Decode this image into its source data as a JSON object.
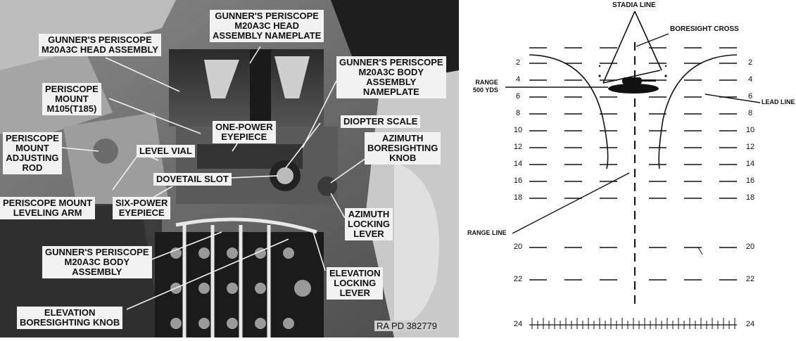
{
  "photo": {
    "labels": [
      {
        "id": "head-nameplate",
        "text": "GUNNER'S PERISCOPE\nM20A3C HEAD\nASSEMBLY NAMEPLATE"
      },
      {
        "id": "head-assembly",
        "text": "GUNNER'S PERISCOPE\nM20A3C HEAD ASSEMBLY"
      },
      {
        "id": "body-nameplate",
        "text": "GUNNER'S PERISCOPE\nM20A3C BODY\nASSEMBLY\nNAMEPLATE"
      },
      {
        "id": "periscope-mount",
        "text": "PERISCOPE\nMOUNT\nM105(T185)"
      },
      {
        "id": "one-power-eyepiece",
        "text": "ONE-POWER\nEYEPIECE"
      },
      {
        "id": "diopter-scale",
        "text": "DIOPTER SCALE"
      },
      {
        "id": "mount-adjusting-rod",
        "text": "PERISCOPE\nMOUNT\nADJUSTING\nROD"
      },
      {
        "id": "level-vial",
        "text": "LEVEL VIAL"
      },
      {
        "id": "azimuth-boresighting-knob",
        "text": "AZIMUTH\nBORESIGHTING\nKNOB"
      },
      {
        "id": "dovetail-slot",
        "text": "DOVETAIL SLOT"
      },
      {
        "id": "mount-leveling-arm",
        "text": "PERISCOPE MOUNT\nLEVELING ARM"
      },
      {
        "id": "six-power-eyepiece",
        "text": "SIX-POWER\nEYEPIECE"
      },
      {
        "id": "azimuth-locking-lever",
        "text": "AZIMUTH\nLOCKING\nLEVER"
      },
      {
        "id": "body-assembly",
        "text": "GUNNER'S PERISCOPE\nM20A3C BODY\nASSEMBLY"
      },
      {
        "id": "elevation-locking-lever",
        "text": "ELEVATION\nLOCKING\nLEVER"
      },
      {
        "id": "elevation-boresighting-knob",
        "text": "ELEVATION\nBORESIGHTING KNOB"
      }
    ],
    "reference": "RA PD 382779"
  },
  "reticle": {
    "labels": {
      "stadia_line": "STADIA LINE",
      "boresight_cross": "BORESIGHT CROSS",
      "range": "RANGE\n500 YDS",
      "lead_line": "LEAD LINE",
      "range_line": "RANGE LINE"
    },
    "range_marks": [
      2,
      4,
      6,
      8,
      10,
      12,
      14,
      16,
      18,
      20,
      22,
      24
    ]
  }
}
